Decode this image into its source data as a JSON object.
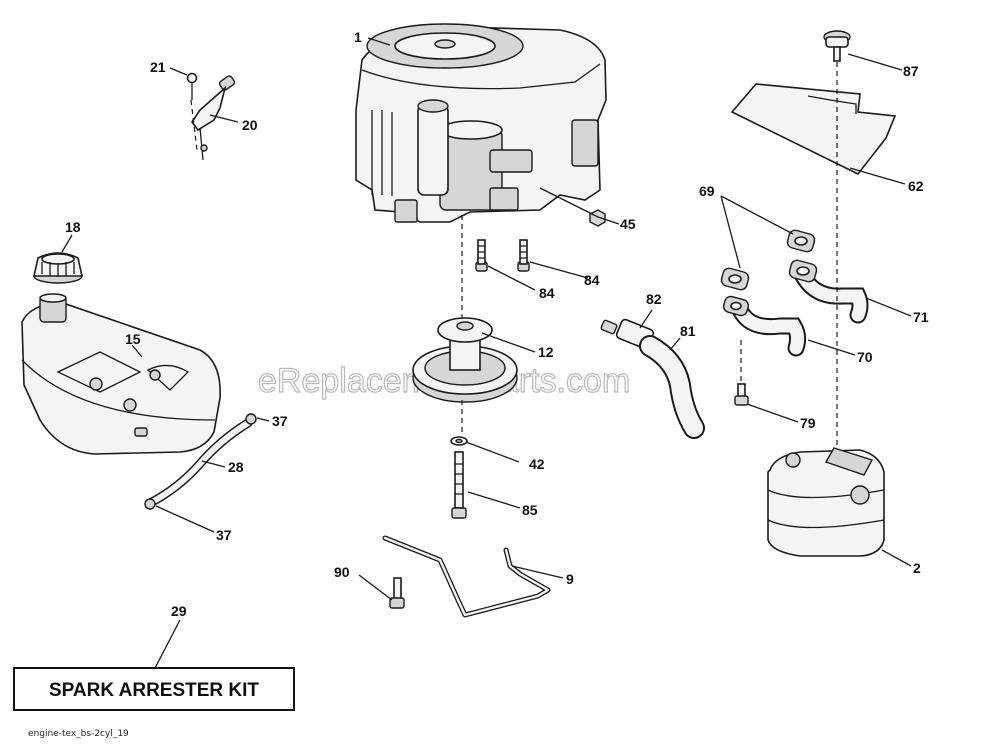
{
  "watermark": "eReplacementParts.com",
  "kit_box_label": "SPARK ARRESTER KIT",
  "footer_code": "engine-tex_bs-2cyl_19",
  "callouts": {
    "engine": "1",
    "muffler": "2",
    "bracket": "9",
    "pulley": "12",
    "fuel_tank": "15",
    "fuel_cap": "18",
    "choke_cable": "20",
    "screw_21": "21",
    "fuel_line": "28",
    "spark_arrester_kit": "29",
    "clamp_upper": "37",
    "clamp_lower": "37",
    "washer_42": "42",
    "nut_45": "45",
    "heat_shield": "62",
    "gasket_69": "69",
    "exhaust_pipe_70": "70",
    "exhaust_pipe_71": "71",
    "screw_79": "79",
    "hose_81": "81",
    "drain_valve_82": "82",
    "bolt_84_left": "84",
    "bolt_84_right": "84",
    "bolt_85": "85",
    "knob_87": "87",
    "screw_90": "90"
  }
}
